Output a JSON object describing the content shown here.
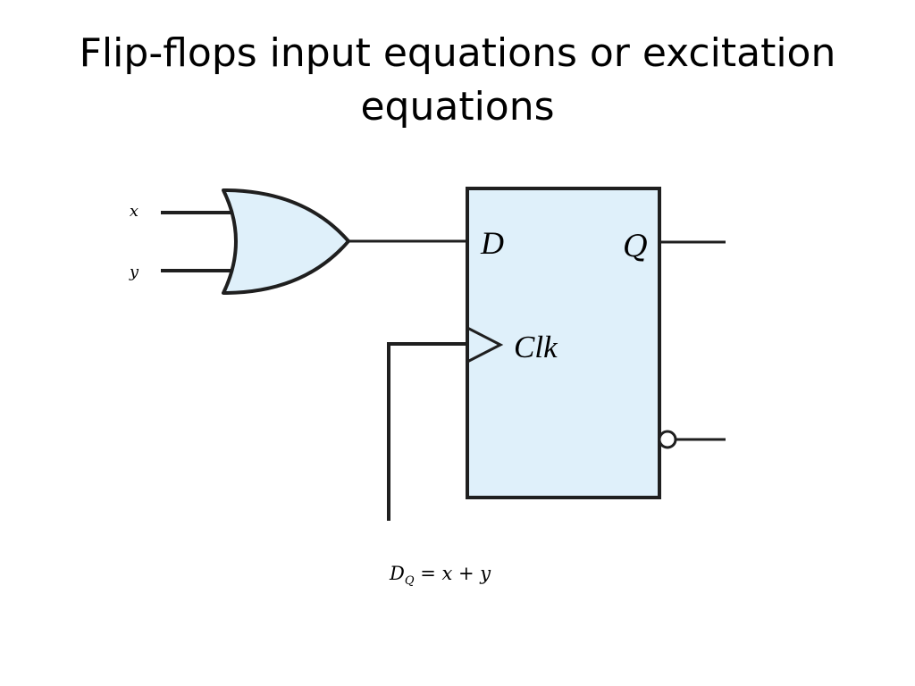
{
  "title": "Flip-flops input equations or excitation equations",
  "diagram": {
    "inputs": [
      "x",
      "y"
    ],
    "flipflop": {
      "d_label": "D",
      "q_label": "Q",
      "clk_label": "Clk"
    }
  },
  "equation": {
    "lhs": "D",
    "lhs_sub": "Q",
    "rhs": "= x + y"
  },
  "colors": {
    "fill": "#dff0fa",
    "stroke": "#1f1f1f"
  }
}
